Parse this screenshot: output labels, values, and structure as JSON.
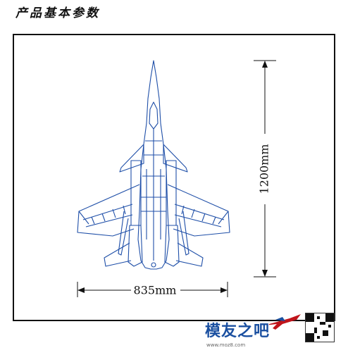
{
  "header": {
    "title": "产品基本参数"
  },
  "dimensions": {
    "length": "1200mm",
    "wingspan": "835mm"
  },
  "watermark": {
    "text": "模友之吧",
    "url": "www.moz8.com"
  },
  "colors": {
    "line_art": "#1f4fa8",
    "frame": "#111111",
    "accent": "#c0141b"
  },
  "icons": {
    "aircraft": "jet-fighter-drawing",
    "logo": "airplane-logo-icon",
    "qr": "qr-code-icon"
  }
}
